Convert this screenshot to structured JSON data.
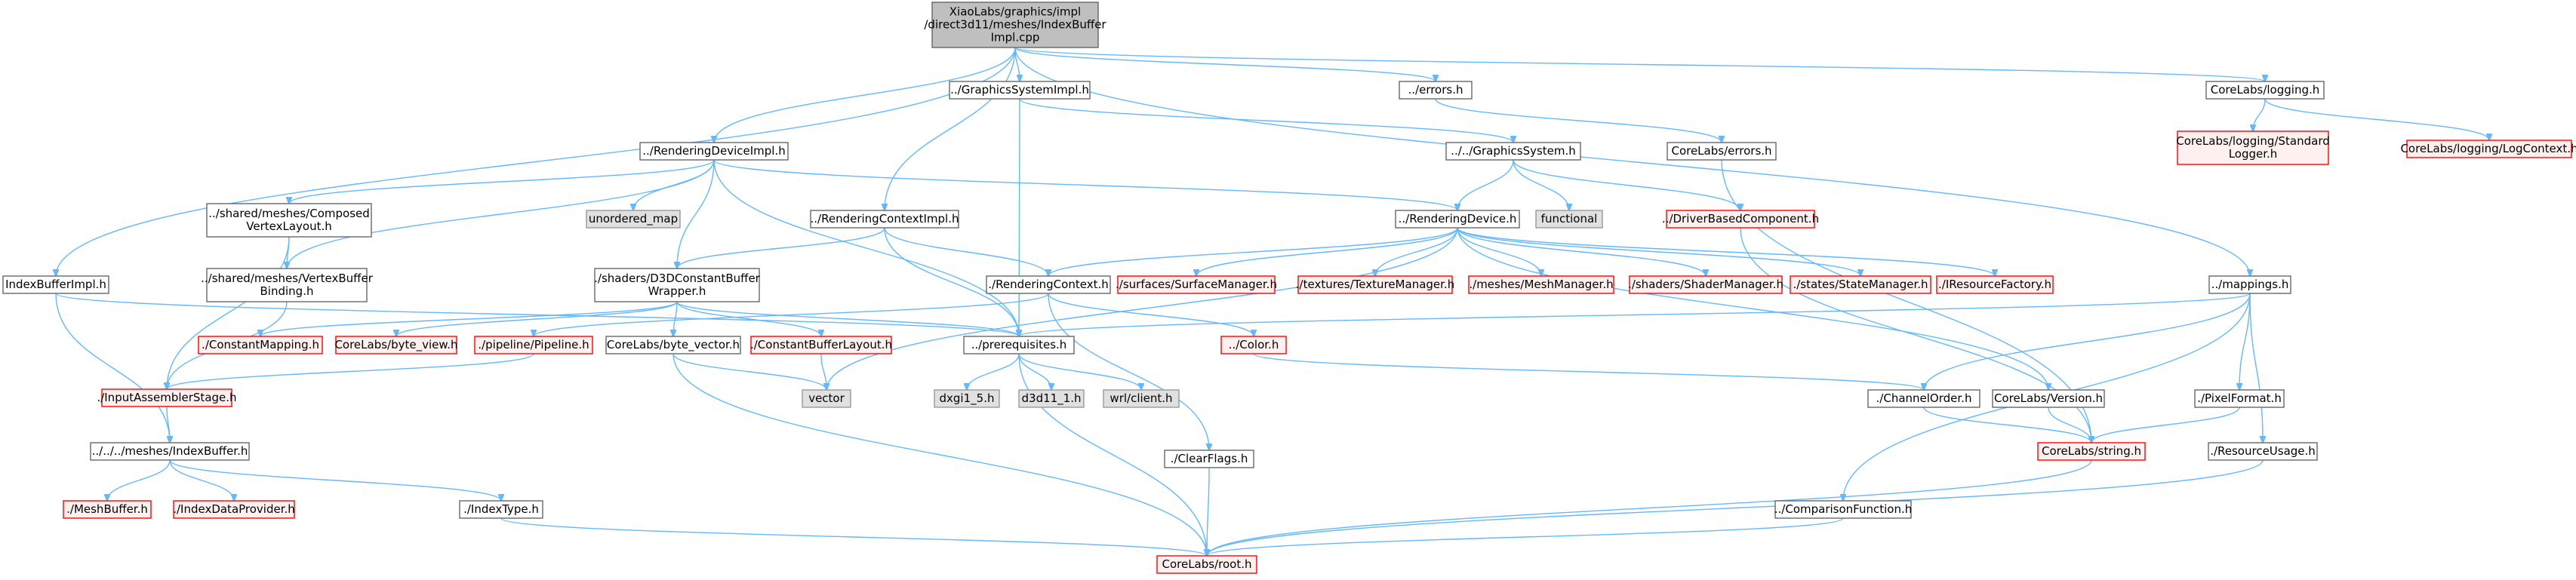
{
  "colors": {
    "edge": "#63b8ff",
    "normal_border": "#666666",
    "normal_fill": "#ffffff",
    "missing_border": "#ff0000",
    "missing_fill": "#fff0f0",
    "root_border": "#666666",
    "root_fill": "#bfbfbf",
    "system_border": "#999999",
    "system_fill": "#e0e0e0",
    "text": "#000000"
  },
  "nodes": [
    {
      "id": "root",
      "kind": "root",
      "lines": [
        "XiaoLabs/graphics/impl",
        "/direct3d11/meshes/IndexBuffer",
        "Impl.cpp"
      ]
    },
    {
      "id": "rdi",
      "kind": "normal",
      "lines": [
        "../RenderingDeviceImpl.h"
      ]
    },
    {
      "id": "gsi",
      "kind": "normal",
      "lines": [
        "../GraphicsSystemImpl.h"
      ]
    },
    {
      "id": "rci",
      "kind": "normal",
      "lines": [
        "../RenderingContextImpl.h"
      ]
    },
    {
      "id": "errors",
      "kind": "normal",
      "lines": [
        "../errors.h"
      ]
    },
    {
      "id": "logging",
      "kind": "normal",
      "lines": [
        "CoreLabs/logging.h"
      ]
    },
    {
      "id": "ibi",
      "kind": "normal",
      "lines": [
        "IndexBufferImpl.h"
      ]
    },
    {
      "id": "mappings",
      "kind": "normal",
      "lines": [
        "../mappings.h"
      ]
    },
    {
      "id": "stdlog",
      "kind": "missing",
      "lines": [
        "CoreLabs/logging/Standard",
        "Logger.h"
      ]
    },
    {
      "id": "logctx",
      "kind": "missing",
      "lines": [
        "CoreLabs/logging/LogContext.h"
      ]
    },
    {
      "id": "cerrors",
      "kind": "normal",
      "lines": [
        "CoreLabs/errors.h"
      ]
    },
    {
      "id": "gs",
      "kind": "normal",
      "lines": [
        "../../GraphicsSystem.h"
      ]
    },
    {
      "id": "umap",
      "kind": "system",
      "lines": [
        "unordered_map"
      ]
    },
    {
      "id": "functional",
      "kind": "system",
      "lines": [
        "functional"
      ]
    },
    {
      "id": "composed",
      "kind": "normal",
      "lines": [
        "../shared/meshes/Composed",
        "VertexLayout.h"
      ]
    },
    {
      "id": "rd",
      "kind": "normal",
      "lines": [
        "../RenderingDevice.h"
      ]
    },
    {
      "id": "dbc",
      "kind": "missing",
      "lines": [
        "../DriverBasedComponent.h"
      ]
    },
    {
      "id": "vbb",
      "kind": "normal",
      "lines": [
        "../shared/meshes/VertexBuffer",
        "Binding.h"
      ]
    },
    {
      "id": "d3dcb",
      "kind": "normal",
      "lines": [
        "./shaders/D3DConstantBuffer",
        "Wrapper.h"
      ]
    },
    {
      "id": "rc",
      "kind": "normal",
      "lines": [
        "./RenderingContext.h"
      ]
    },
    {
      "id": "surf",
      "kind": "missing",
      "lines": [
        "./surfaces/SurfaceManager.h"
      ]
    },
    {
      "id": "tex",
      "kind": "missing",
      "lines": [
        "./textures/TextureManager.h"
      ]
    },
    {
      "id": "mesh",
      "kind": "missing",
      "lines": [
        "./meshes/MeshManager.h"
      ]
    },
    {
      "id": "shader",
      "kind": "missing",
      "lines": [
        "./shaders/ShaderManager.h"
      ]
    },
    {
      "id": "states",
      "kind": "missing",
      "lines": [
        "./states/StateManager.h"
      ]
    },
    {
      "id": "irf",
      "kind": "missing",
      "lines": [
        "./IResourceFactory.h"
      ]
    },
    {
      "id": "cmap",
      "kind": "missing",
      "lines": [
        "./ConstantMapping.h"
      ]
    },
    {
      "id": "bview",
      "kind": "missing",
      "lines": [
        "CoreLabs/byte_view.h"
      ]
    },
    {
      "id": "pipe",
      "kind": "missing",
      "lines": [
        "./pipeline/Pipeline.h"
      ]
    },
    {
      "id": "bvec",
      "kind": "normal",
      "lines": [
        "CoreLabs/byte_vector.h"
      ]
    },
    {
      "id": "cbl",
      "kind": "missing",
      "lines": [
        "./ConstantBufferLayout.h"
      ]
    },
    {
      "id": "prereq",
      "kind": "normal",
      "lines": [
        "../prerequisites.h"
      ]
    },
    {
      "id": "color",
      "kind": "missing",
      "lines": [
        "../Color.h"
      ]
    },
    {
      "id": "ias",
      "kind": "missing",
      "lines": [
        "./InputAssemblerStage.h"
      ]
    },
    {
      "id": "vector",
      "kind": "system",
      "lines": [
        "vector"
      ]
    },
    {
      "id": "dxgi",
      "kind": "system",
      "lines": [
        "dxgi1_5.h"
      ]
    },
    {
      "id": "d3d11",
      "kind": "system",
      "lines": [
        "d3d11_1.h"
      ]
    },
    {
      "id": "wrl",
      "kind": "system",
      "lines": [
        "wrl/client.h"
      ]
    },
    {
      "id": "chord",
      "kind": "normal",
      "lines": [
        "./ChannelOrder.h"
      ]
    },
    {
      "id": "ver",
      "kind": "normal",
      "lines": [
        "CoreLabs/Version.h"
      ]
    },
    {
      "id": "pf",
      "kind": "normal",
      "lines": [
        "./PixelFormat.h"
      ]
    },
    {
      "id": "ib",
      "kind": "normal",
      "lines": [
        "../../../meshes/IndexBuffer.h"
      ]
    },
    {
      "id": "str",
      "kind": "missing",
      "lines": [
        "CoreLabs/string.h"
      ]
    },
    {
      "id": "ru",
      "kind": "normal",
      "lines": [
        "./ResourceUsage.h"
      ]
    },
    {
      "id": "cf",
      "kind": "normal",
      "lines": [
        "./ClearFlags.h"
      ]
    },
    {
      "id": "mb",
      "kind": "missing",
      "lines": [
        "./MeshBuffer.h"
      ]
    },
    {
      "id": "idp",
      "kind": "missing",
      "lines": [
        "./IndexDataProvider.h"
      ]
    },
    {
      "id": "it",
      "kind": "normal",
      "lines": [
        "./IndexType.h"
      ]
    },
    {
      "id": "cmpf",
      "kind": "normal",
      "lines": [
        "../ComparisonFunction.h"
      ]
    },
    {
      "id": "croot",
      "kind": "missing",
      "lines": [
        "CoreLabs/root.h"
      ]
    }
  ],
  "edges": [
    [
      "root",
      "rdi"
    ],
    [
      "root",
      "gsi"
    ],
    [
      "root",
      "rci"
    ],
    [
      "root",
      "errors"
    ],
    [
      "root",
      "logging"
    ],
    [
      "root",
      "ibi"
    ],
    [
      "root",
      "mappings"
    ],
    [
      "logging",
      "stdlog"
    ],
    [
      "logging",
      "logctx"
    ],
    [
      "errors",
      "cerrors"
    ],
    [
      "gsi",
      "gs"
    ],
    [
      "gsi",
      "prereq"
    ],
    [
      "rdi",
      "umap"
    ],
    [
      "rdi",
      "composed"
    ],
    [
      "rdi",
      "rd"
    ],
    [
      "rdi",
      "vbb"
    ],
    [
      "rdi",
      "d3dcb"
    ],
    [
      "rdi",
      "prereq"
    ],
    [
      "gs",
      "functional"
    ],
    [
      "gs",
      "rd"
    ],
    [
      "gs",
      "dbc"
    ],
    [
      "rci",
      "rc"
    ],
    [
      "rci",
      "d3dcb"
    ],
    [
      "rci",
      "prereq"
    ],
    [
      "rd",
      "rc"
    ],
    [
      "rd",
      "surf"
    ],
    [
      "rd",
      "tex"
    ],
    [
      "rd",
      "mesh"
    ],
    [
      "rd",
      "shader"
    ],
    [
      "rd",
      "states"
    ],
    [
      "rd",
      "irf"
    ],
    [
      "rd",
      "vector"
    ],
    [
      "rd",
      "ver"
    ],
    [
      "composed",
      "vbb"
    ],
    [
      "composed",
      "ias"
    ],
    [
      "vbb",
      "ias"
    ],
    [
      "d3dcb",
      "cmap"
    ],
    [
      "d3dcb",
      "bview"
    ],
    [
      "d3dcb",
      "bvec"
    ],
    [
      "d3dcb",
      "cbl"
    ],
    [
      "d3dcb",
      "prereq"
    ],
    [
      "rc",
      "pipe"
    ],
    [
      "rc",
      "color"
    ],
    [
      "rc",
      "cf"
    ],
    [
      "pipe",
      "ias"
    ],
    [
      "ibi",
      "prereq"
    ],
    [
      "ibi",
      "ib"
    ],
    [
      "mappings",
      "prereq"
    ],
    [
      "mappings",
      "chord"
    ],
    [
      "mappings",
      "pf"
    ],
    [
      "mappings",
      "ru"
    ],
    [
      "mappings",
      "cmpf"
    ],
    [
      "cerrors",
      "str"
    ],
    [
      "dbc",
      "str"
    ],
    [
      "bvec",
      "vector"
    ],
    [
      "bvec",
      "croot"
    ],
    [
      "cbl",
      "vector"
    ],
    [
      "prereq",
      "dxgi"
    ],
    [
      "prereq",
      "d3d11"
    ],
    [
      "prereq",
      "wrl"
    ],
    [
      "prereq",
      "croot"
    ],
    [
      "color",
      "chord"
    ],
    [
      "chord",
      "str"
    ],
    [
      "ver",
      "str"
    ],
    [
      "pf",
      "str"
    ],
    [
      "ias",
      "ib"
    ],
    [
      "ib",
      "mb"
    ],
    [
      "ib",
      "idp"
    ],
    [
      "ib",
      "it"
    ],
    [
      "str",
      "croot"
    ],
    [
      "ru",
      "croot"
    ],
    [
      "cf",
      "croot"
    ],
    [
      "it",
      "croot"
    ],
    [
      "cmpf",
      "croot"
    ]
  ]
}
